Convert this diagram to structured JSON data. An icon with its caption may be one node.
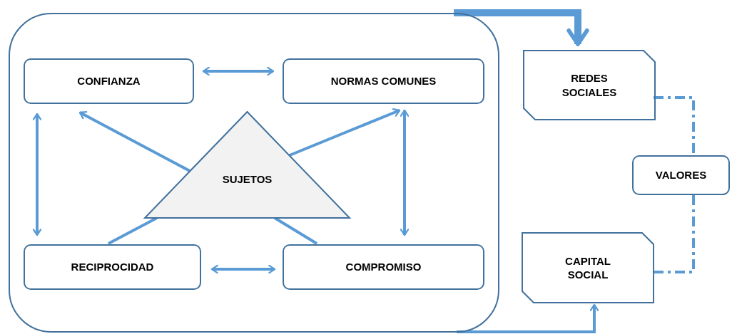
{
  "diagram": {
    "nodes": [
      {
        "text": [],
        "shape": "box"
      },
      {
        "text": [
          "CONFIANZA"
        ],
        "in": 0
      },
      {
        "text": [
          "NORMAS COMUNES"
        ],
        "in": 0
      },
      {
        "text": [
          "SUJETOS"
        ],
        "in": 0
      },
      {
        "text": [
          "RECIPROCIDAD"
        ],
        "in": 0
      },
      {
        "text": [
          "COMPROMISO"
        ],
        "in": 0
      },
      {
        "text": [
          "REDES SOCIALES"
        ]
      },
      {
        "text": [
          "VALORES"
        ]
      },
      {
        "text": [
          "CAPITAL SOCIAL"
        ]
      }
    ],
    "edges": [
      {
        "from": 1,
        "to": 2,
        "arrow": "both"
      },
      {
        "from": 1,
        "to": 4,
        "arrow": "both"
      },
      {
        "from": 2,
        "to": 5,
        "arrow": "both"
      },
      {
        "from": 4,
        "to": 5,
        "arrow": "both"
      },
      {
        "from": 3,
        "to": 1,
        "arrow": "to"
      },
      {
        "from": 3,
        "to": 2,
        "arrow": "to"
      },
      {
        "from": 3,
        "to": 4,
        "arrow": "none"
      },
      {
        "from": 3,
        "to": 5,
        "arrow": "none"
      },
      {
        "from": 0,
        "to": 6,
        "arrow": "to",
        "style": "thick"
      },
      {
        "from": 0,
        "to": 8,
        "arrow": "to"
      },
      {
        "from": 6,
        "to": 7,
        "arrow": "none",
        "style": "dashed"
      },
      {
        "from": 7,
        "to": 8,
        "arrow": "none",
        "style": "dashed"
      }
    ]
  }
}
